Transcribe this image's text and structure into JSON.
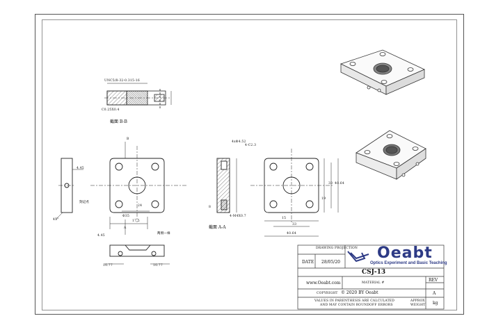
{
  "drawing": {
    "section_bb_label": "截面 B-B",
    "section_aa_label": "截面 A-A",
    "thread_note": "UNC5/8-32-0.315-16",
    "chamfer_note": "C0.25X0.4",
    "mark_label": "刻记点",
    "both_sides_label": "两侧一样",
    "corner_note": "4-C2.3",
    "tap_note": "4-M4X0.7",
    "tap_note_side": "4-M4X0.7",
    "pin_note": "4xΦ4.52",
    "angle_label": "45°",
    "dims": {
      "d_4_45_a": "4.45",
      "d_4_45_b": "4.45",
      "d_24": "24",
      "d_17_5": "17.5",
      "d_phi35": "Φ35",
      "d_15": "15",
      "d_33": "33",
      "d_40_64_w": "40.64",
      "d_19": "19",
      "d_33_v": "33",
      "d_40_64_h": "40.64",
      "d_10_77_a": "10.77",
      "d_10_77_b": "10.77",
      "d_8": "8",
      "label_a": "A",
      "label_b": "B"
    }
  },
  "title_block": {
    "projection_label": "DRAWING PROJECTION",
    "date_label": "DATE",
    "date_value": "28/05/20",
    "part_number": "CSJ-13",
    "website": "www.Oeabt.com",
    "material_label": "MATERIAL #",
    "rev_label": "REV",
    "rev_value": "A",
    "copyright_label": "COPYRIGHT",
    "copyright_text": "© 2020 BY Oeabt",
    "disclaimer_line1": "VALUES IN PARENTHESIS ARE CALCULATED",
    "disclaimer_line2": "AND MAY CONTAIN ROUNDOFF ERRORS",
    "approx_label": "APPROX",
    "weight_label": "WEIGHT",
    "weight_unit": "kg"
  },
  "logo": {
    "name": "Oeabt",
    "tagline": "Optics Experiment and Basic Teaching"
  },
  "colors": {
    "line": "#222222",
    "brand": "#2d3a85"
  }
}
